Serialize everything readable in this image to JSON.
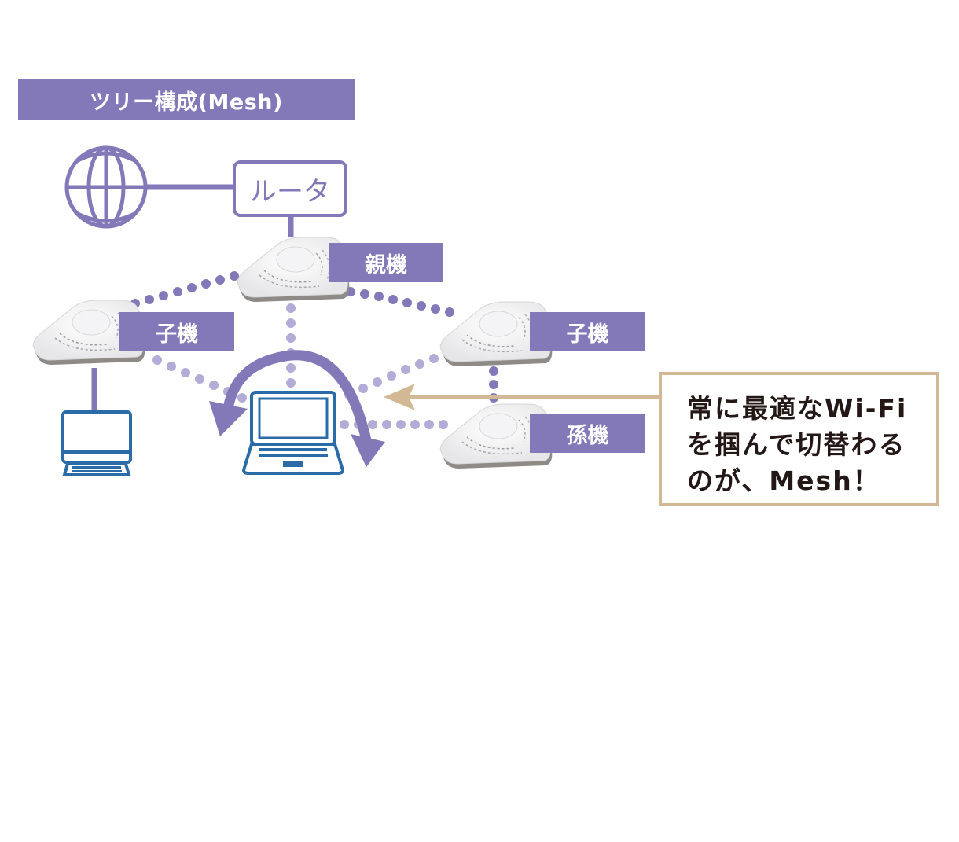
{
  "title": "ツリー構成(Mesh)",
  "nodes": {
    "internet": {
      "icon": "globe-icon"
    },
    "router": {
      "label": "ルータ"
    },
    "parent": {
      "label": "親機",
      "icon": "access-point-icon"
    },
    "child_left": {
      "label": "子機",
      "icon": "access-point-icon"
    },
    "child_right": {
      "label": "子機",
      "icon": "access-point-icon"
    },
    "grandchild": {
      "label": "孫機",
      "icon": "access-point-icon"
    },
    "desktop": {
      "icon": "desktop-computer-icon"
    },
    "laptop": {
      "icon": "laptop-icon"
    }
  },
  "callout": {
    "lines": [
      "常に最適なWi-Fi",
      "を掴んで切替わる",
      "のが、Mesh！"
    ]
  },
  "colors": {
    "accent": "#8379b8",
    "link_light": "#b3acd6",
    "device_blue": "#2b6ca8",
    "callout_border": "#d2b894",
    "text_dark": "#231815"
  }
}
